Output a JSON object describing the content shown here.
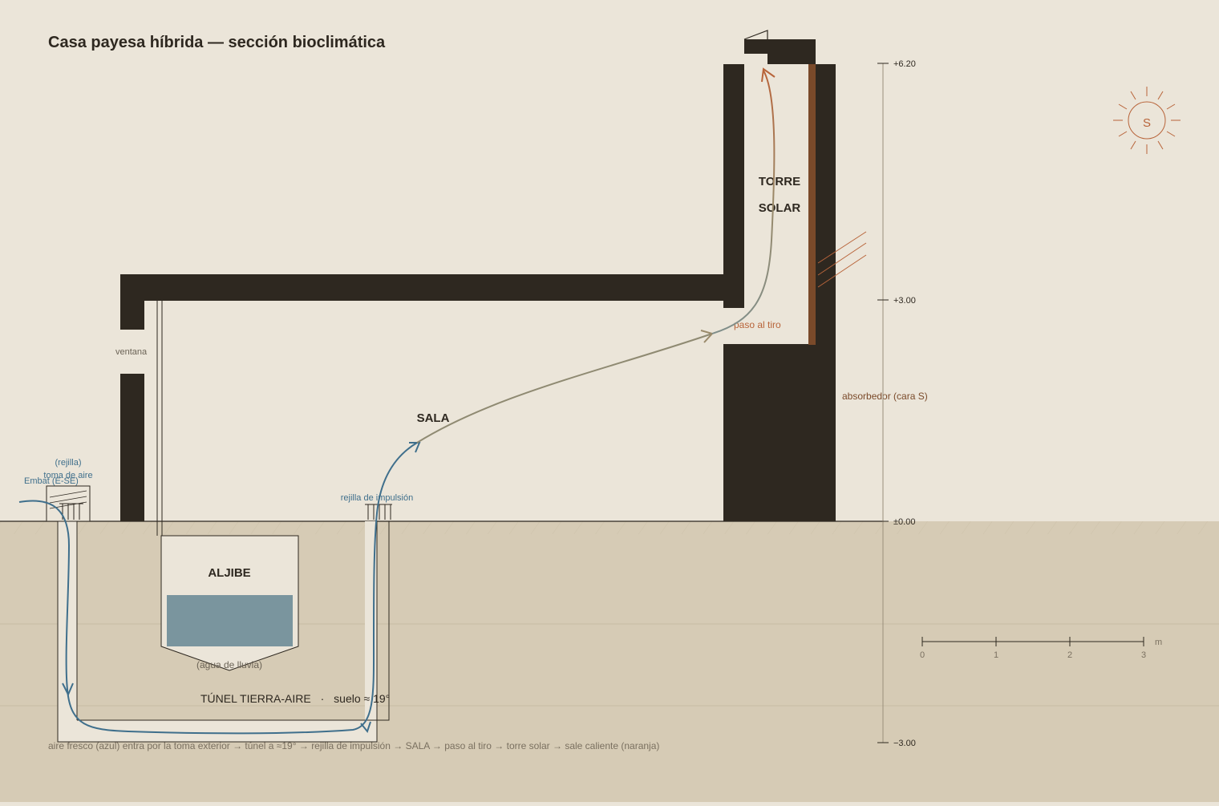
{
  "title": "Casa payesa híbrida — sección bioclimática",
  "labels": {
    "torre_line1": "TORRE",
    "torre_line2": "SOLAR",
    "sala": "SALA",
    "aljibe": "ALJIBE",
    "agua": "(agua de lluvia)",
    "tunel": "TÚNEL TIERRA-AIRE",
    "suelo": "suelo ≈ 19°",
    "tunel_sep": "·",
    "ventana": "ventana",
    "rejilla": "(rejilla)",
    "toma": "toma de aire",
    "embat": "Embat (E-SE)",
    "impulsion": "rejilla de impulsión",
    "paso": "paso al tiro",
    "absorbedor": "absorbedor (cara S)",
    "sun": "S"
  },
  "elevation_scale": {
    "ticks": [
      "+6.20",
      "+3.00",
      "±0.00",
      "−3.00"
    ]
  },
  "scale_bar": {
    "ticks": [
      "0",
      "1",
      "2",
      "3"
    ],
    "unit": "m"
  },
  "caption": "aire fresco (azul) entra por la toma exterior → túnel a ≈19° → rejilla de impulsión → SALA → paso al tiro → torre solar → sale caliente (naranja)",
  "colors": {
    "background": "#ebe5d9",
    "ground": "#d6cbb5",
    "wall": "#2e2820",
    "cool_air": "#3f6f8c",
    "warm_air": "#b8643a",
    "absorber": "#7a4a2a",
    "water": "#7a959e"
  }
}
